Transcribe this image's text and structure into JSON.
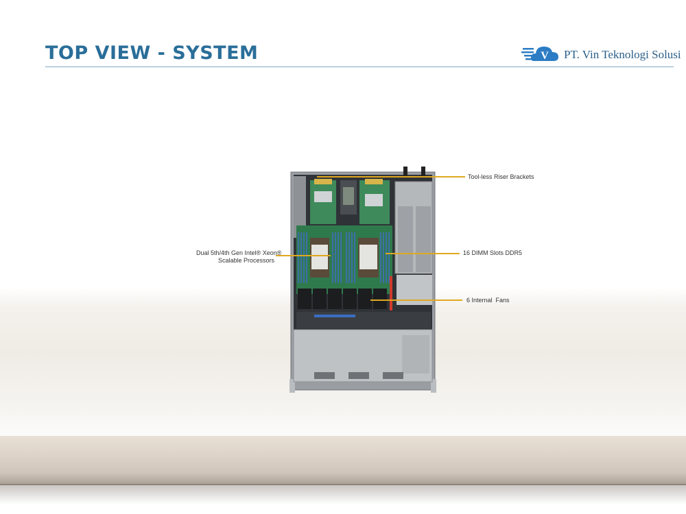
{
  "slide": {
    "title": "TOP VIEW - SYSTEM"
  },
  "logo": {
    "company": "PT. Vin Teknologi Solusi",
    "mark_letter": "V",
    "colors": {
      "primary": "#2b7cc4",
      "text": "#2b5f8a"
    }
  },
  "callouts": {
    "riser": "Tool-less Riser Brackets",
    "processors_line1": "Dual 5th/4th Gen Intel® Xeon®",
    "processors_line2": "Scalable Processors",
    "dimm": "16 DIMM Slots DDR5",
    "fans": "6 Internal  Fans"
  },
  "colors": {
    "title": "#2a6e99",
    "leader": "#e0a820"
  }
}
